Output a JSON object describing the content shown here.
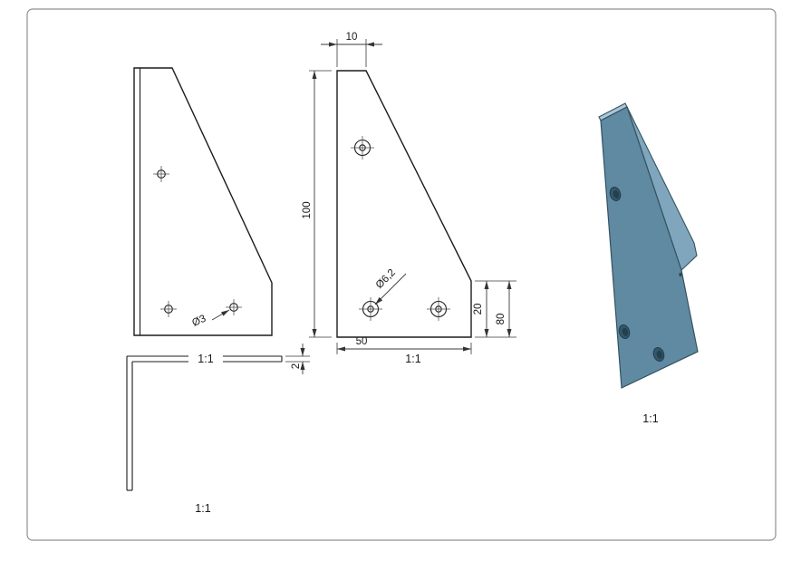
{
  "sheet": {
    "background": "#ffffff",
    "border_color": "#8f8f8f"
  },
  "views": {
    "side": {
      "scale": "1:1",
      "hole_callout": "Ø3"
    },
    "front": {
      "scale": "1:1",
      "hole_callout": "Ø6,2",
      "dims": {
        "top_width": "10",
        "height": "100",
        "bottom_width": "50",
        "right_inner": "20",
        "right_outer": "80"
      }
    },
    "profile": {
      "scale": "1:1",
      "thickness": "2"
    },
    "iso": {
      "scale": "1:1",
      "colors": {
        "face_main": "#6089a2",
        "face_back": "#7fa6bc",
        "face_top": "#a9c7d9",
        "edge": "#33525f",
        "hole": "#2c4a59"
      }
    }
  }
}
